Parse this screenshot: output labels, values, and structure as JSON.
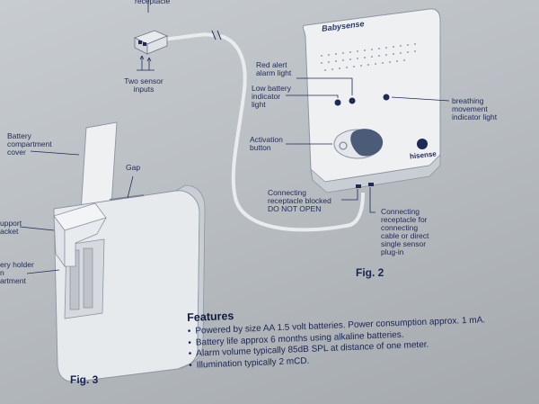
{
  "top_label": "receptacle",
  "sensor_inputs_label": "Two sensor\ninputs",
  "brand_top": "Babysense",
  "brand_bottom": "hisense",
  "labels": {
    "red_alert": "Red alert\nalarm light",
    "low_battery": "Low battery\nindicator\nlight",
    "breathing": "breathing\nmovement\nindicator light",
    "activation": "Activation\nbutton",
    "conn_blocked": "Connecting\nreceptacle blocked\nDO NOT OPEN",
    "conn_for": "Connecting\nreceptacle for\nconnecting\ncable or direct\nsingle sensor\nplug-in",
    "battery_cover": "Battery\ncompartment\ncover",
    "gap": "Gap",
    "support": "upport\nacket",
    "holder": "ery holder\nn\nartment"
  },
  "fig2": "Fig. 2",
  "fig3": "Fig. 3",
  "features": {
    "title": "Features",
    "items": [
      "Powered by size AA 1.5 volt batteries. Power  consumption approx. 1 mA.",
      "Battery life approx 6 months using alkaline batteries.",
      "Alarm volume typically 85dB SPL at distance of one meter.",
      "Illumination typically 2 mCD."
    ]
  },
  "colors": {
    "ink": "#1f2a55",
    "device": "#eef0f2",
    "device_shade": "#c9ced4",
    "activation_button": "#4b5b78"
  }
}
